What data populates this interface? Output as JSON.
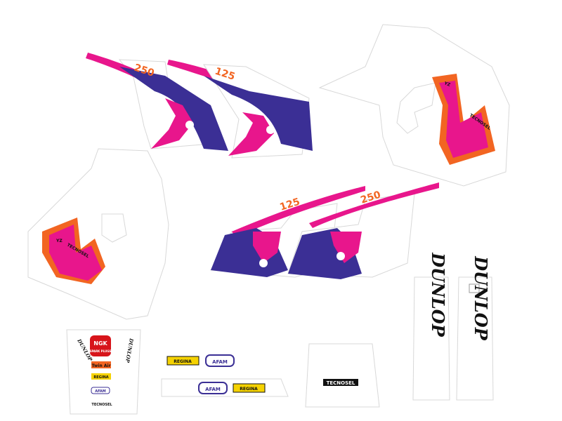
{
  "colors": {
    "pink": "#e8168c",
    "blue": "#3b2f95",
    "orange": "#f26522",
    "violet": "#8a2be2",
    "black": "#111111",
    "yellow": "#f5d200",
    "red": "#d7141a"
  },
  "shrouds": {
    "left_number": "250",
    "right_number": "125",
    "lower_left_number": "125",
    "lower_right_number": "250"
  },
  "tank": {
    "logo_letters": "YZ",
    "brand": "TECNOSEL"
  },
  "side_panel": {
    "logo_letters": "YZ",
    "brand": "TECNOSEL"
  },
  "fender": {
    "sponsor_top": "NGK",
    "sponsor_top_sub": "SPARK PLUGS",
    "side_left": "DUNLOP",
    "side_right": "DUNLOP",
    "twin_air": "Twin Air",
    "regina": "REGINA",
    "afam": "AFAM",
    "tecnosel": "TECNOSEL"
  },
  "swingarm": {
    "regina": "REGINA",
    "afam": "AFAM",
    "regina2": "REGINA",
    "afam2": "AFAM"
  },
  "rear_plate": {
    "brand": "TECNOSEL"
  },
  "fork_guards": {
    "left": "DUNLOP",
    "right": "DUNLOP"
  }
}
